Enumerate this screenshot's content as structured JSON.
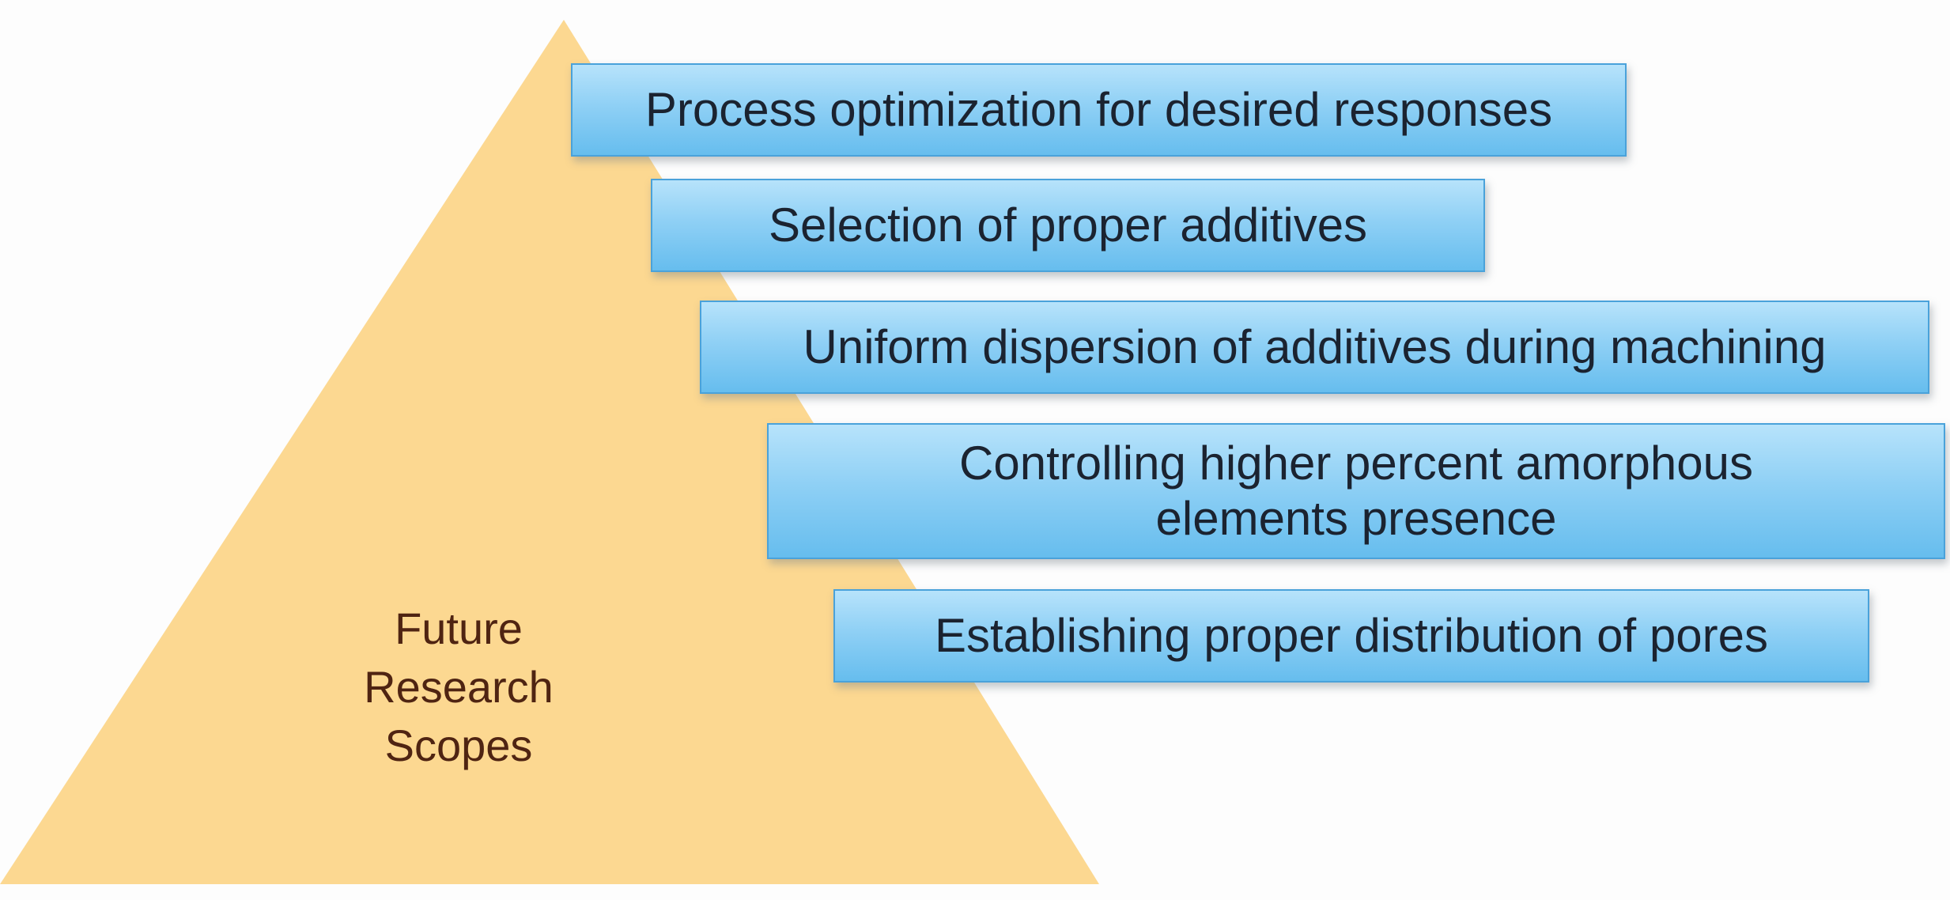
{
  "diagram": {
    "pyramid_label": "Future Research\nScopes",
    "items": [
      "Process optimization for desired responses",
      "Selection of proper additives",
      "Uniform dispersion of additives during machining",
      "Controlling higher percent amorphous\nelements presence",
      "Establishing proper distribution of pores"
    ]
  },
  "colors": {
    "pyramid_fill": "#fcd891",
    "box_fill": "#8fd0f5",
    "box_border": "#4aa2da",
    "label_text": "#4f2412",
    "box_text": "#1b2330"
  }
}
